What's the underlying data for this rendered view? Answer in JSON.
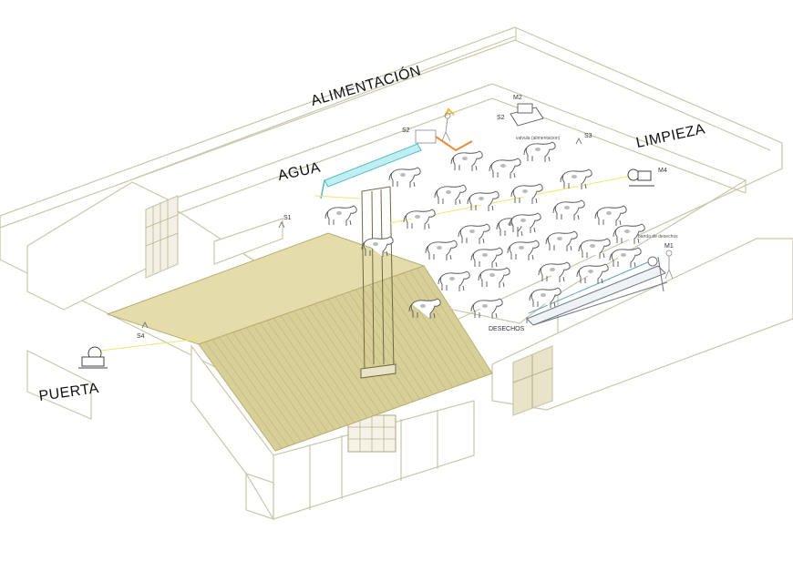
{
  "labels": {
    "alimentacion": "ALIMENTACIÓN",
    "agua": "AGUA",
    "limpieza": "LIMPIEZA",
    "puerta": "PUERTA",
    "desechos": "DESECHOS"
  },
  "markers": {
    "s1": "S1",
    "s2_top": "S2",
    "s2_panel": "S2",
    "m2": "M2",
    "s3": "S3",
    "m4": "M4",
    "s4": "S4",
    "m1": "M1"
  },
  "small_text": {
    "panel_caption": "valvula (alimentacion)",
    "conveyor_caption": "banda de desechos"
  },
  "cow_count": 30,
  "colors": {
    "line": "#c9c7a8",
    "roof": "#d7d09a",
    "water_pipe": "#7fd3df",
    "feed_pipe": "#f08a3a",
    "signal": "#f0e66a",
    "cow": "#555555"
  }
}
